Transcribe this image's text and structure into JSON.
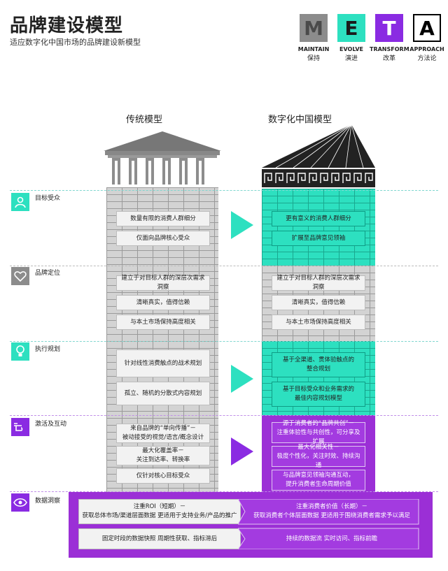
{
  "header": {
    "title": "品牌建设模型",
    "subtitle": "适应数字化中国市场的品牌建设新模型"
  },
  "meta": [
    {
      "letter": "M",
      "en": "MAINTAIN",
      "zh": "保持",
      "color": "#888888"
    },
    {
      "letter": "E",
      "en": "EVOLVE",
      "zh": "演进",
      "color": "#2de0c0"
    },
    {
      "letter": "T",
      "en": "TRANSFORM",
      "zh": "改革",
      "color": "#8a2be2"
    },
    {
      "letter": "A",
      "en": "APPROACH",
      "zh": "方法论",
      "color": "#ffffff"
    }
  ],
  "columns": {
    "left": "传统模型",
    "right": "数字化中国模型"
  },
  "sections": [
    {
      "id": "audience",
      "label": "目标受众",
      "icon": "user-icon",
      "color": "#2de0c0"
    },
    {
      "id": "positioning",
      "label": "品牌定位",
      "icon": "heart-icon",
      "color": "#888888"
    },
    {
      "id": "planning",
      "label": "执行规划",
      "icon": "lightbulb-icon",
      "color": "#2de0c0"
    },
    {
      "id": "activation",
      "label": "激活及互动",
      "icon": "hand-pointing-icon",
      "color": "#8a2be2"
    },
    {
      "id": "insight",
      "label": "数据洞察",
      "icon": "eye-icon",
      "color": "#8a2be2"
    }
  ],
  "left_boxes": {
    "audience": [
      "数量有限的消费人群细分",
      "仅面向品牌核心受众"
    ],
    "positioning": [
      "建立于对目标人群的深层次需求洞察",
      "清晰真实，值得信赖",
      "与本土市场保持高度相关"
    ],
    "planning": [
      "针对线性消费触点的战术规划",
      "孤立、随机的分散式内容规划"
    ],
    "activation": [
      "来自品牌的“单向传播”－\n被动接受的视觉/语言/概念设计",
      "最大化覆盖率－\n关注到达率、转换率",
      "仅针对核心目标受众"
    ]
  },
  "right_boxes": {
    "audience": [
      "更有意义的消费人群细分",
      "扩展至品牌意见领袖"
    ],
    "positioning": [
      "建立于对目标人群的深层次需求洞察",
      "清晰真实，值得信赖",
      "与本土市场保持高度相关"
    ],
    "planning": [
      "基于全渠道、贯体验触点的\n整合规划",
      "基于目标受众和业务需求的\n最佳内容规划模型"
    ],
    "activation": [
      "源于消费者的“品牌共创”－\n注重体验性与共创性，可分享及扩展",
      "最大化相关性－\n极度个性化，关注时效、持续沟通",
      "与品牌意见领袖沟通互动，\n提升消费者生命周期价值"
    ]
  },
  "insight_rows": [
    {
      "left": "注重ROI（短期）－\n获取总体市场/渠道层面数据 更适用于支持业务/产品的推广",
      "right": "注重消费者价值（长期）－\n获取消费者个体层面数据 更适用于围绕消费者需求予以满足"
    },
    {
      "left": "固定时段的数据快照 周期性获取、指标滞后",
      "right": "持续的数据流 实时访问、指标前瞻"
    }
  ]
}
